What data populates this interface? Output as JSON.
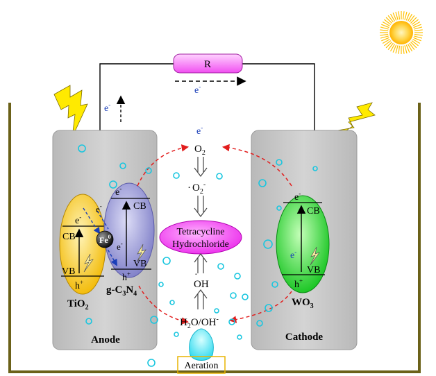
{
  "circuit": {
    "resistor_label": "R",
    "electron_top": "e",
    "electron_left": "e",
    "minus": "-"
  },
  "anode": {
    "label": "Anode",
    "tio2": {
      "cb": "CB",
      "vb": "VB",
      "e": "e",
      "h": "h",
      "name_main": "TiO",
      "name_sub": "2"
    },
    "gcn": {
      "cb": "CB",
      "vb": "VB",
      "e": "e",
      "h": "h",
      "name_g": "g-C",
      "sub3": "3",
      "name_n": "N",
      "sub4": "4"
    },
    "fe": {
      "main": "Fe",
      "sup": "0"
    },
    "fe_e_top": "e",
    "fe_e_bottom": "e"
  },
  "cathode": {
    "label": "Cathode",
    "wo3": {
      "cb": "CB",
      "vb": "VB",
      "e": "e",
      "h": "h",
      "name_main": "WO",
      "name_sub": "3"
    }
  },
  "center": {
    "e_top": "e",
    "o2_main": "O",
    "o2_sub": "2",
    "superoxide_dot": "·",
    "superoxide_main": "O",
    "superoxide_sub": "2",
    "superoxide_sup": "-",
    "pollutant_line1": "Tetracycline",
    "pollutant_line2": "Hydrochloride",
    "oh_dot": "·",
    "oh": "OH",
    "water": "H",
    "water_sub": "2",
    "water_rest": "O/OH",
    "water_sup": "-",
    "aeration": "Aeration"
  },
  "colors": {
    "tank": "#6b6119",
    "electrode": "#cbcbcb",
    "tio2": "#f7cb2b",
    "gcn": "#8f8fd6",
    "wo3": "#22d62c",
    "pollutant": "#ff33ff",
    "resistor": "#ff66ff",
    "arrow_red": "#e21d1d",
    "electron_blue": "#1a3eb8",
    "bubble": "#19c6df",
    "sun": "#ffc000",
    "bolt": "#ffea00"
  }
}
